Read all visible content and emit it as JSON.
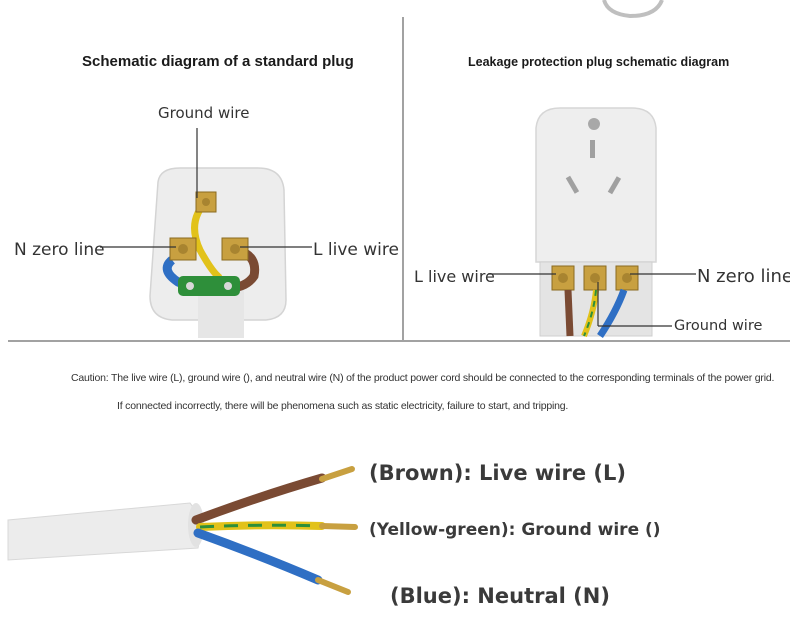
{
  "left_panel": {
    "title": "Schematic diagram of a standard plug",
    "labels": {
      "ground": "Ground wire",
      "neutral": "N zero line",
      "live": "L live wire"
    }
  },
  "right_panel": {
    "title": "Leakage protection plug schematic diagram",
    "labels": {
      "live": "L live wire",
      "neutral": "N zero line",
      "ground": "Ground wire"
    }
  },
  "caution": {
    "line1": "Caution: The live wire (L), ground wire (), and neutral wire (N) of the product power cord should be connected to the corresponding terminals of the power grid.",
    "line2": "If connected incorrectly, there will be phenomena such as static electricity, failure to start, and tripping."
  },
  "wire_legend": {
    "brown": "(Brown): Live wire (L)",
    "yellow_green": "(Yellow-green): Ground wire ()",
    "blue": "(Blue): Neutral (N)"
  },
  "colors": {
    "brown": "#7a4a33",
    "yellow": "#e2c21a",
    "green": "#2e8f3a",
    "blue": "#2f6fc4",
    "brass": "#c8a040"
  }
}
